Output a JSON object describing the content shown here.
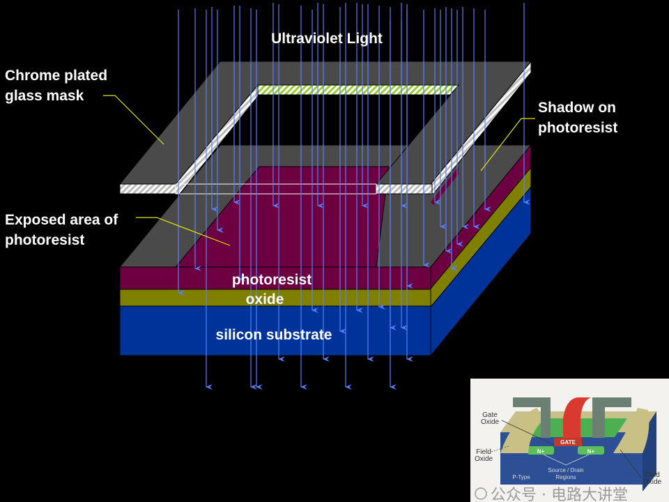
{
  "title": "Ultraviolet Light",
  "callouts": {
    "mask": [
      "Chrome plated",
      "glass mask"
    ],
    "shadow": [
      "Shadow on",
      "photoresist"
    ],
    "exposed": [
      "Exposed area of",
      "photoresist"
    ]
  },
  "layers": {
    "photoresist": "photoresist",
    "oxide": "oxide",
    "substrate": "silicon substrate"
  },
  "colors": {
    "mask": "#4a4a4a",
    "photoresist": "#6c0040",
    "oxide": "#808000",
    "substrate": "#003399",
    "uv_light": "#5b7fff",
    "leader": "#e6e600"
  },
  "inset": {
    "gate_oxide": [
      "Gate",
      "Oxide"
    ],
    "field_oxide_left": [
      "Field",
      "Oxide"
    ],
    "field_oxide_right": [
      "Field",
      "Oxide"
    ],
    "gate": "GATE",
    "n_plus_left": "N+",
    "n_plus_right": "N+",
    "source_drain": [
      "Source / Drain",
      "Regions"
    ],
    "p_type": "P-Type",
    "watermark": "公众号 · 电路大讲堂"
  }
}
